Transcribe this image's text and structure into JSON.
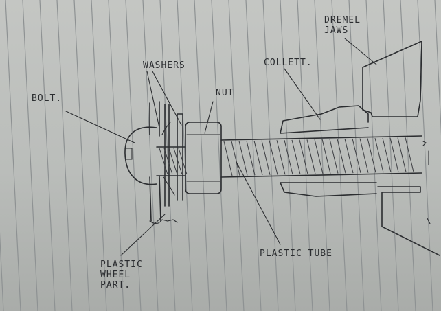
{
  "labels": {
    "bolt": "BOLT.",
    "washers": "WASHERS",
    "nut": "NUT",
    "collett": "COLLETT.",
    "dremel_jaws": "DREMEL\nJAWS",
    "plastic_tube": "PLASTIC TUBE",
    "plastic_wheel_part": "PLASTIC\nWHEEL\nPART."
  },
  "colors": {
    "paper": "#bfc2bf",
    "ruling": "#8e9293",
    "ink": "#2b2d30"
  }
}
